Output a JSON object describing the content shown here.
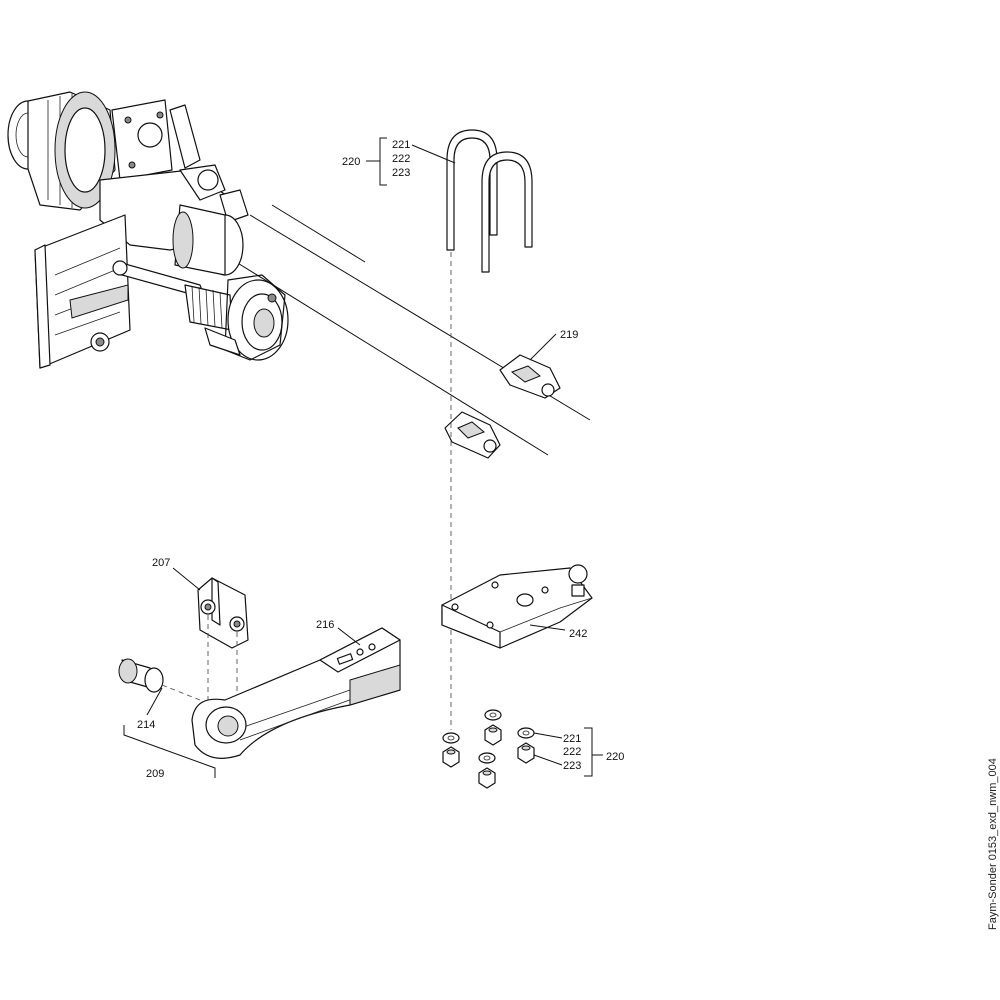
{
  "callouts": {
    "p207": "207",
    "p209": "209",
    "p214": "214",
    "p216": "216",
    "p219": "219",
    "p220_top": "220",
    "p221_top": "221",
    "p222_top": "222",
    "p223_top": "223",
    "p220_bottom": "220",
    "p221_bottom": "221",
    "p222_bottom": "222",
    "p223_bottom": "223",
    "p242": "242"
  },
  "document_id": "Faym-Sonder 0153_exd_nwm_004",
  "icons": {
    "axle_assembly": "axle-assembly-icon",
    "u_bolt": "u-bolt-icon",
    "clamp": "axle-clamp-icon",
    "bracket": "bracket-icon",
    "bushing": "bushing-icon",
    "spring_arm": "spring-arm-icon",
    "plate": "mounting-plate-icon",
    "nut": "nut-icon",
    "washer": "washer-icon"
  }
}
